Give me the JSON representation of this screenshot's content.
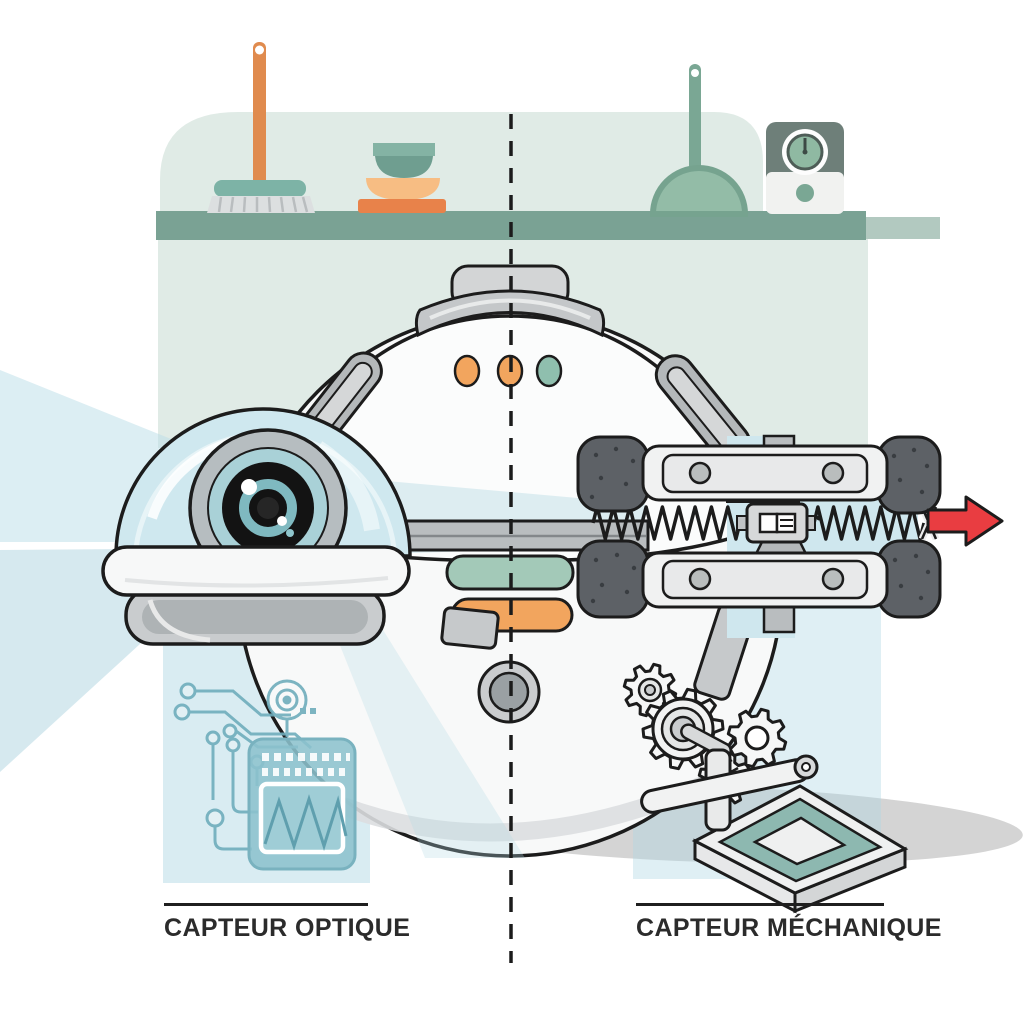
{
  "page": {
    "type": "educational-illustration",
    "subject": "robot-vacuum-sensors",
    "language": "fr"
  },
  "captions": {
    "left": "CAPTEUR OPTIQUE",
    "right": "CAPTEUR MÉCHANIQUE"
  },
  "icons": [
    "broom-icon",
    "bowl-stack-icon",
    "dustpan-icon",
    "kitchen-timer-icon",
    "robot-vacuum",
    "camera-dome-icon",
    "light-beam-icon",
    "connecting-rod-icon",
    "bumper-spring-icon",
    "impact-arrow-icon",
    "circuit-board-icon",
    "waveform-chip-icon",
    "gears-icon",
    "lever-arm-icon",
    "pressure-plate-icon",
    "divider-dashed-line"
  ],
  "colors": {
    "outline": "#1c1c1c",
    "shelf_green": "#7aa294",
    "mint_background": "#e0ebe6",
    "panel_blue": "#cfe6ee",
    "dome_blue": "#cfe8ef",
    "accent_orange": "#f0a55e",
    "accent_deep_orange": "#e8824a",
    "accent_teal": "#8fbfae",
    "arrow_red": "#e93d41",
    "circuit_teal": "#7fb7c4",
    "platform_teal": "#8db8b0",
    "pad_dark_gray": "#5d6166",
    "metal_gray": "#b9bdbf"
  }
}
